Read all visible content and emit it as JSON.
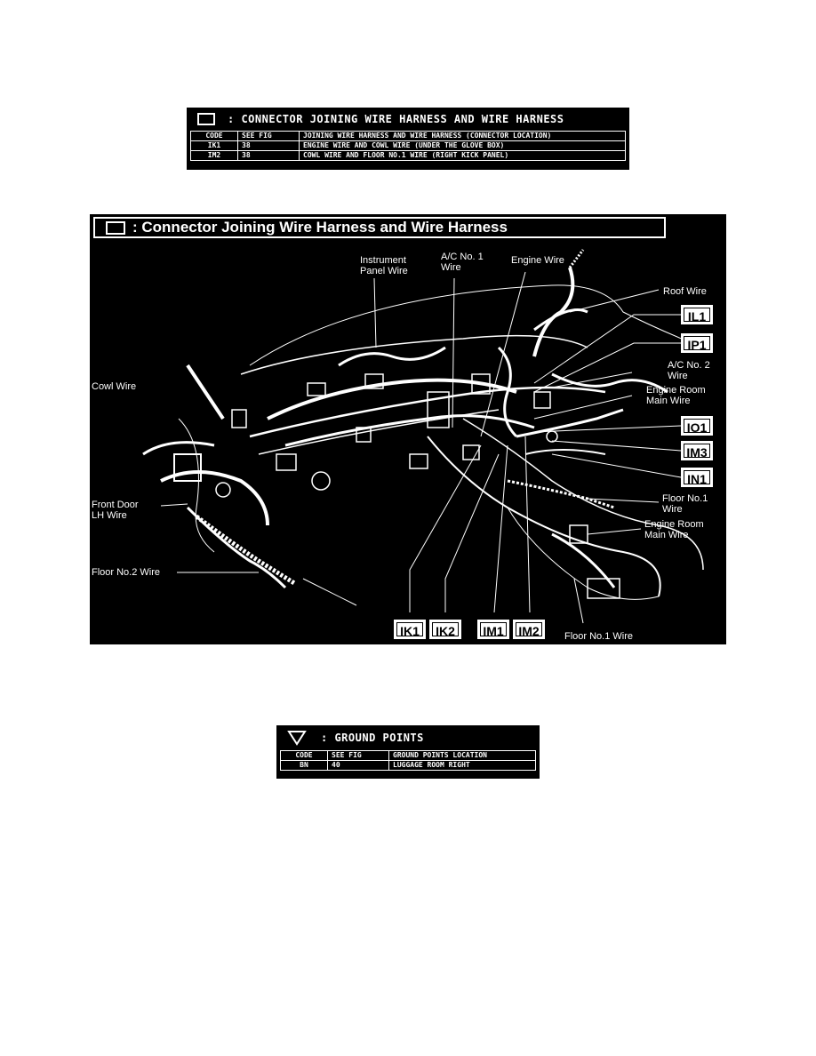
{
  "connector_table": {
    "title": ": CONNECTOR JOINING WIRE HARNESS AND WIRE HARNESS",
    "headers": [
      "CODE",
      "SEE FIG",
      "JOINING WIRE HARNESS AND WIRE HARNESS (CONNECTOR LOCATION)"
    ],
    "rows": [
      [
        "IK1",
        "38",
        "ENGINE WIRE AND COWL WIRE (UNDER THE GLOVE BOX)"
      ],
      [
        "IM2",
        "38",
        "COWL WIRE AND FLOOR NO.1 WIRE (RIGHT KICK PANEL)"
      ]
    ]
  },
  "diagram": {
    "title": ": Connector Joining Wire Harness and Wire Harness",
    "labels": {
      "instrument_panel_wire": "Instrument\nPanel Wire",
      "ac_no1_wire": "A/C No. 1\nWire",
      "engine_wire": "Engine Wire",
      "roof_wire": "Roof Wire",
      "ac_no2_wire": "A/C No. 2\nWire",
      "engine_room_main_wire_1": "Engine Room\nMain Wire",
      "cowl_wire": "Cowl Wire",
      "floor_no1_wire_1": "Floor No.1\nWire",
      "engine_room_main_wire_2": "Engine Room\nMain Wire",
      "front_door_lh_wire": "Front Door\nLH Wire",
      "floor_no2_wire": "Floor No.2 Wire",
      "floor_no1_wire_2": "Floor No.1 Wire"
    },
    "codes": {
      "il1": "IL1",
      "ip1": "IP1",
      "io1": "IO1",
      "im3": "IM3",
      "in1": "IN1",
      "ik1": "IK1",
      "ik2": "IK2",
      "im1": "IM1",
      "im2": "IM2"
    }
  },
  "ground_table": {
    "title": ": GROUND POINTS",
    "headers": [
      "CODE",
      "SEE FIG",
      "GROUND POINTS LOCATION"
    ],
    "rows": [
      [
        "BN",
        "40",
        "LUGGAGE ROOM RIGHT"
      ]
    ]
  }
}
